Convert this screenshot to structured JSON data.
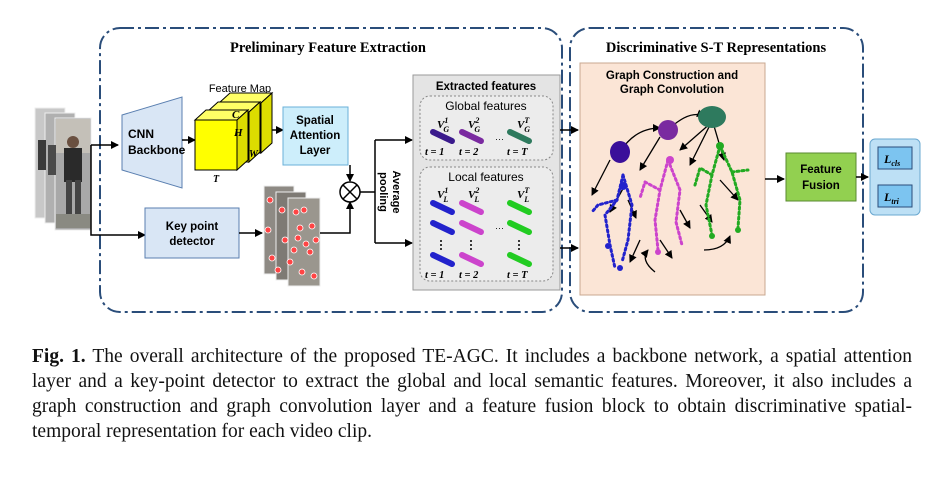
{
  "sections": {
    "left_title": "Preliminary Feature Extraction",
    "right_title": "Discriminative S-T Representations"
  },
  "blocks": {
    "cnn_line1": "CNN",
    "cnn_line2": "Backbone",
    "feature_map": "Feature Map",
    "fm_c": "C",
    "fm_h": "H",
    "fm_w": "W",
    "fm_t": "T",
    "spatial_line1": "Spatial",
    "spatial_line2": "Attention",
    "spatial_line3": "Layer",
    "keypoint_line1": "Key point",
    "keypoint_line2": "detector",
    "avg_line1": "Average",
    "avg_line2": "pooling",
    "extracted_title": "Extracted features",
    "global_title": "Global features",
    "local_title": "Local features",
    "graph_line1": "Graph Construction and",
    "graph_line2": "Graph Convolution",
    "fusion_line1": "Feature",
    "fusion_line2": "Fusion",
    "loss_cls_base": "L",
    "loss_cls_sub": "cls",
    "loss_tri_base": "L",
    "loss_tri_sub": "tri"
  },
  "features": {
    "global_v": "V",
    "global_sub": "G",
    "local_v": "V",
    "local_sub": "L",
    "sup1": "1",
    "sup2": "2",
    "supT": "T",
    "t1": "t = 1",
    "t2": "t = 2",
    "tT": "t = T",
    "ellipsis": "···"
  },
  "caption": {
    "label": "Fig. 1.",
    "text": "The overall architecture of the proposed TE-AGC. It includes a backbone network, a spatial attention layer and a key-point detector to extract the global and local semantic features. Moreover, it also includes a graph construction and graph convolution layer and a feature fusion block to obtain discriminative spatial-temporal representation for each video clip."
  },
  "colors": {
    "frame": "#2a4d7a",
    "cnn_fill": "#d9e6f5",
    "feature_map": "#ffff00",
    "attention_fill": "#cdeefb",
    "keypoint_fill": "#d9e6f5",
    "extracted_fill": "#e4e4e4",
    "graph_fill": "#fbe5d6",
    "fusion_fill": "#92d050",
    "loss_fill": "#bde0f5",
    "global_bar_1": "#3a1a8c",
    "global_bar_2": "#7a2aa0",
    "global_bar_T": "#2e7a5e",
    "local_bar_1": "#2222cc",
    "local_bar_2": "#cc44cc",
    "local_bar_T": "#22cc22",
    "node_dark": "#3a0f9a",
    "node_purple": "#7a2aa0",
    "node_teal": "#2e7a5e"
  }
}
